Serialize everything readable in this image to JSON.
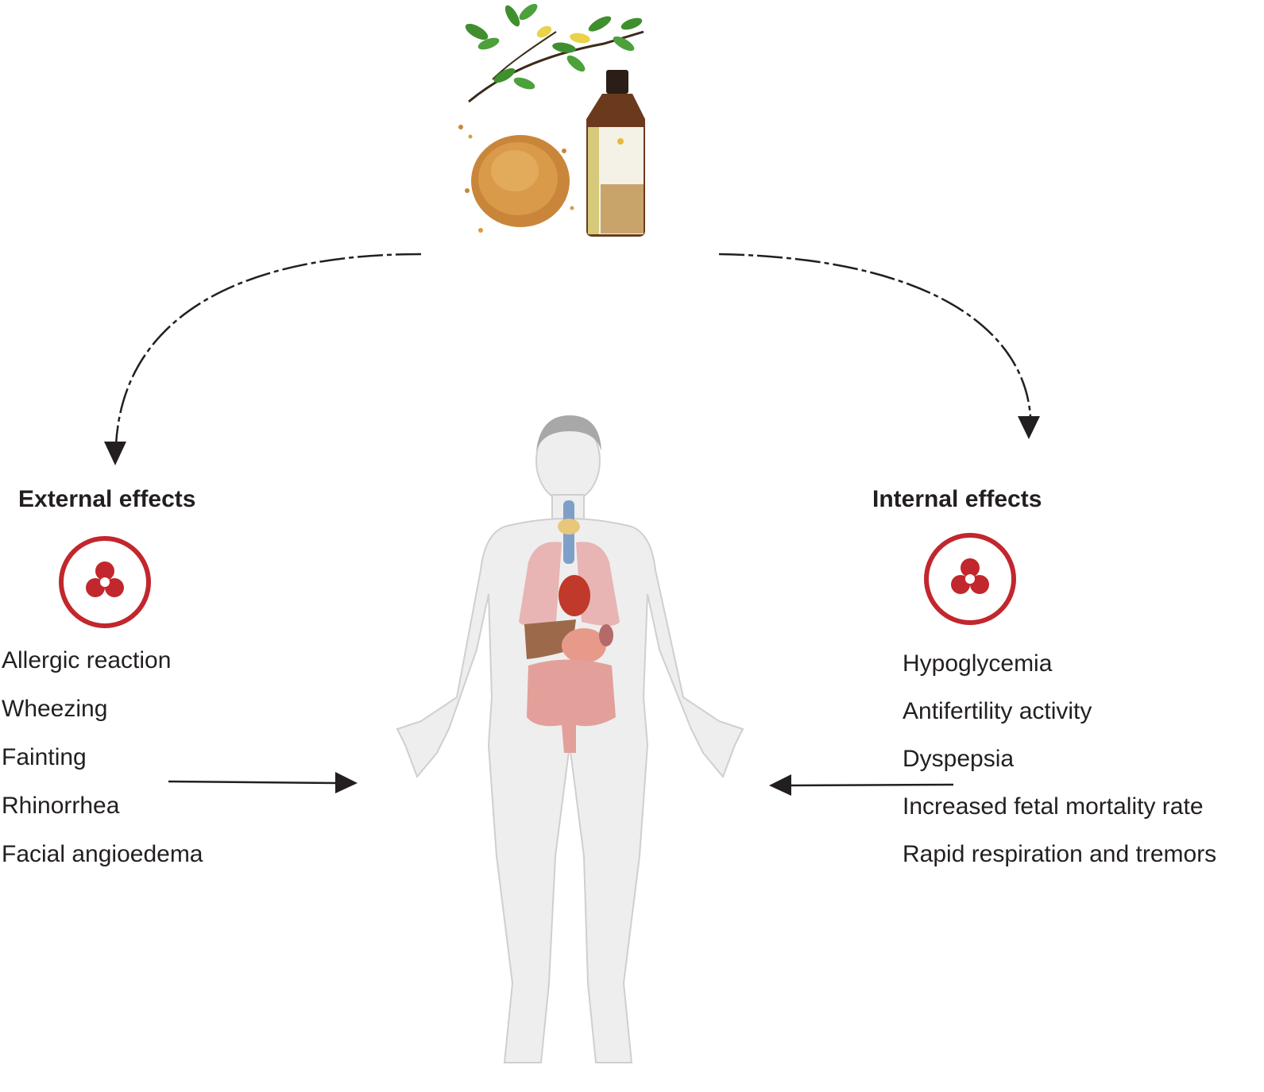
{
  "colors": {
    "arrow": "#231f20",
    "hazard_red": "#c1272d",
    "body_fill": "#eeeeee",
    "text": "#231f20"
  },
  "icons": {
    "source": "fenugreek-plant-seeds-oil-bottle-illustration",
    "body": "human-body-anatomy-illustration",
    "hazard": "biohazard-icon"
  },
  "external": {
    "heading": "External effects",
    "items": [
      "Allergic reaction",
      "Wheezing",
      "Fainting",
      "Rhinorrhea",
      "Facial angioedema"
    ]
  },
  "internal": {
    "heading": "Internal effects",
    "items": [
      "Hypoglycemia",
      "Antifertility activity",
      "Dyspepsia",
      "Increased fetal mortality rate",
      "Rapid respiration and tremors"
    ]
  }
}
